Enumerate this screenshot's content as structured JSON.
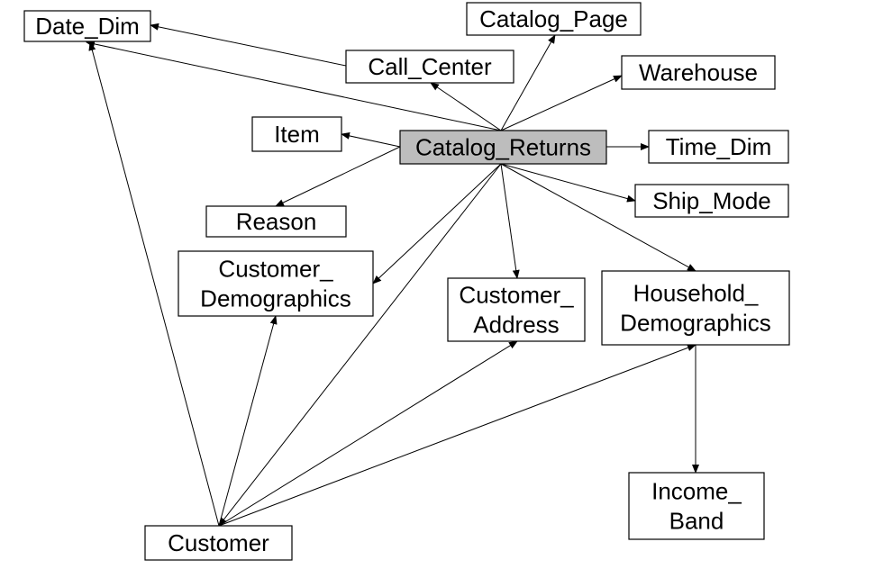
{
  "diagram": {
    "nodes": {
      "date_dim": [
        "Date_Dim"
      ],
      "catalog_page": [
        "Catalog_Page"
      ],
      "call_center": [
        "Call_Center"
      ],
      "warehouse": [
        "Warehouse"
      ],
      "item": [
        "Item"
      ],
      "catalog_returns": [
        "Catalog_Returns"
      ],
      "time_dim": [
        "Time_Dim"
      ],
      "ship_mode": [
        "Ship_Mode"
      ],
      "reason": [
        "Reason"
      ],
      "customer_demographics": [
        "Customer_",
        "Demographics"
      ],
      "customer_address": [
        "Customer_",
        "Address"
      ],
      "household_demographics": [
        "Household_",
        "Demographics"
      ],
      "income_band": [
        "Income_",
        "Band"
      ],
      "customer": [
        "Customer"
      ]
    },
    "edges": [
      [
        "call_center",
        "date_dim"
      ],
      [
        "catalog_returns",
        "date_dim"
      ],
      [
        "customer",
        "date_dim"
      ],
      [
        "catalog_returns",
        "catalog_page"
      ],
      [
        "catalog_returns",
        "call_center"
      ],
      [
        "catalog_returns",
        "warehouse"
      ],
      [
        "catalog_returns",
        "item"
      ],
      [
        "catalog_returns",
        "time_dim"
      ],
      [
        "catalog_returns",
        "ship_mode"
      ],
      [
        "catalog_returns",
        "reason"
      ],
      [
        "catalog_returns",
        "customer_demographics"
      ],
      [
        "catalog_returns",
        "customer_address"
      ],
      [
        "catalog_returns",
        "household_demographics"
      ],
      [
        "catalog_returns",
        "customer"
      ],
      [
        "customer",
        "customer_demographics"
      ],
      [
        "customer",
        "customer_address"
      ],
      [
        "customer",
        "household_demographics"
      ],
      [
        "household_demographics",
        "income_band"
      ]
    ]
  }
}
